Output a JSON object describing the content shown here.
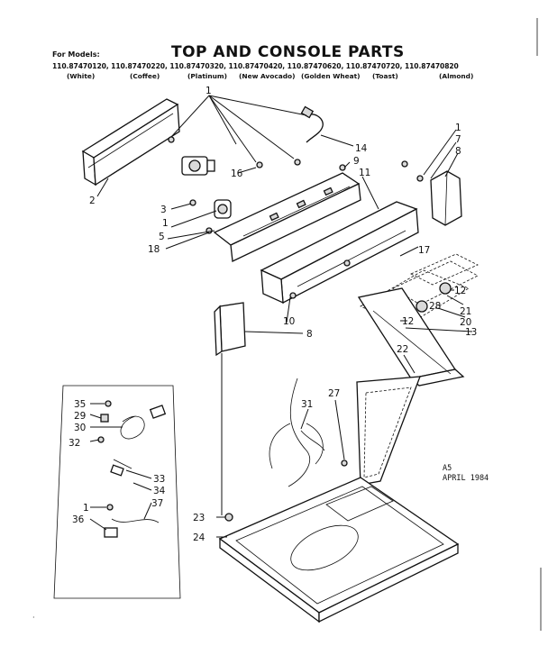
{
  "header": {
    "title": "TOP AND CONSOLE PARTS",
    "for_models_label": "For Models:",
    "models": [
      {
        "number": "110.87470120",
        "color": "(White)"
      },
      {
        "number": "110.87470220",
        "color": "(Coffee)"
      },
      {
        "number": "110.87470320",
        "color": "(Platinum)"
      },
      {
        "number": "110.87470420",
        "color": "(New Avocado)"
      },
      {
        "number": "110.87470620",
        "color": "(Golden Wheat)"
      },
      {
        "number": "110.87470720",
        "color": "(Toast)"
      },
      {
        "number": "110.87470820",
        "color": "(Almond)"
      }
    ]
  },
  "date_code": "A5\nAPRIL 1984",
  "callouts": [
    "1",
    "2",
    "3",
    "5",
    "7",
    "8",
    "9",
    "10",
    "11",
    "12",
    "13",
    "14",
    "16",
    "17",
    "18",
    "20",
    "21",
    "22",
    "23",
    "24",
    "27",
    "28",
    "29",
    "30",
    "31",
    "32",
    "33",
    "34",
    "35",
    "36",
    "37"
  ],
  "callout_labels": {
    "c1a": "1",
    "c1b": "1",
    "c1c": "1",
    "c1d": "1",
    "c2": "2",
    "c3": "3",
    "c5": "5",
    "c7": "7",
    "c8a": "8",
    "c8b": "8",
    "c9": "9",
    "c10": "10",
    "c11": "11",
    "c12a": "12",
    "c12b": "12",
    "c13": "13",
    "c14": "14",
    "c16": "16",
    "c17": "17",
    "c18": "18",
    "c20": "20",
    "c21": "21",
    "c22": "22",
    "c23": "23",
    "c24": "24",
    "c27": "27",
    "c28": "28",
    "c29": "29",
    "c30": "30",
    "c31": "31",
    "c32": "32",
    "c33": "33",
    "c34": "34",
    "c35": "35",
    "c36": "36",
    "c37": "37"
  }
}
